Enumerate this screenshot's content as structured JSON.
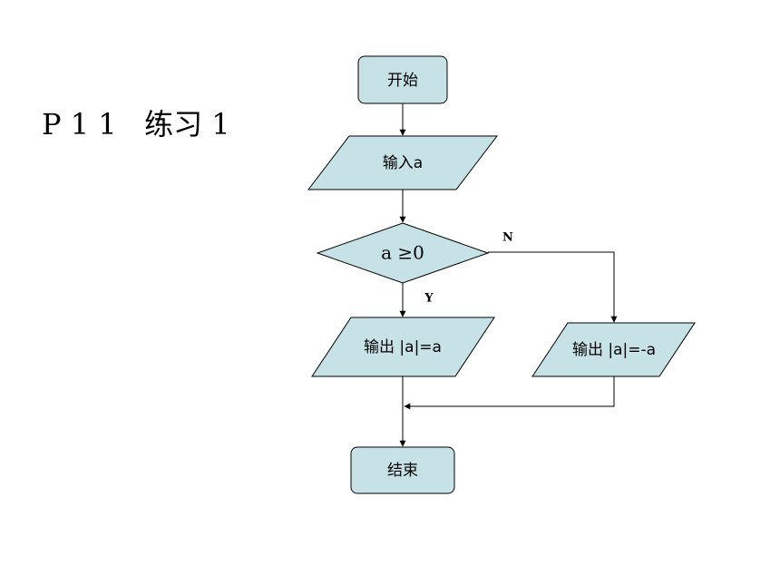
{
  "title": "P 1 1   练习 1",
  "colors": {
    "shape_fill": "#c6e2e6",
    "shape_stroke": "#000000",
    "connector": "#000000"
  },
  "flowchart": {
    "start": {
      "label": "开始",
      "shape": "rounded-rect"
    },
    "input": {
      "label": "输入a",
      "shape": "parallelogram"
    },
    "condition": {
      "label": "a ≥0",
      "shape": "diamond"
    },
    "yes_label": "Y",
    "no_label": "N",
    "output_yes": {
      "label": "输出 |a|=a",
      "shape": "parallelogram"
    },
    "output_no": {
      "label": "输出 |a|=-a",
      "shape": "parallelogram"
    },
    "end": {
      "label": "结束",
      "shape": "rounded-rect"
    }
  }
}
